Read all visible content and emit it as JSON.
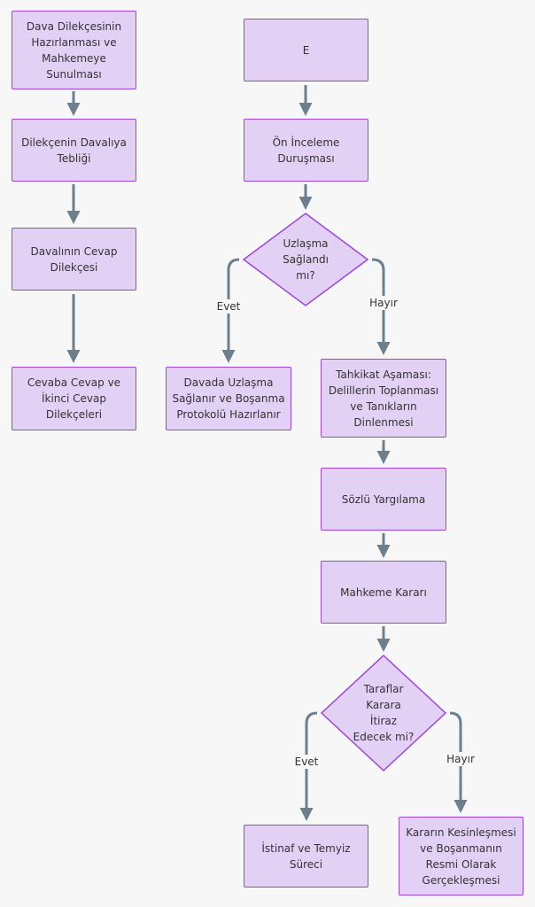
{
  "nodes": {
    "dava_dilekcesi": "Dava Dilekçesinin\nHazırlanması ve\nMahkemeye\nSunulması",
    "teblig": "Dilekçenin Davalıya\nTebliği",
    "cevap": "Davalının Cevap\nDilekçesi",
    "cevaba_cevap": "Cevaba Cevap ve\nİkinci Cevap\nDilekçeleri",
    "e": "E",
    "on_inceleme": "Ön İnceleme\nDuruşması",
    "uzlasma_q": "Uzlaşma\nSağlandı\nmı?",
    "uzlasma_protokol": "Davada Uzlaşma\nSağlanır ve Boşanma\nProtokolü Hazırlanır",
    "tahkikat": "Tahkikat Aşaması:\nDelillerin Toplanması\nve Tanıkların\nDinlenmesi",
    "sozlu": "Sözlü Yargılama",
    "karar": "Mahkeme Kararı",
    "itiraz_q": "Taraflar\nKarara\nİtiraz\nEdecek mi?",
    "istinaf": "İstinaf ve Temyiz\nSüreci",
    "kesinlesme": "Kararın Kesinleşmesi\nve Boşanmanın\nResmi Olarak\nGerçekleşmesi"
  },
  "edge_labels": {
    "uzlasma_evet": "Evet",
    "uzlasma_hayir": "Hayır",
    "itiraz_evet": "Evet",
    "itiraz_hayir": "Hayır"
  },
  "colors": {
    "node_fill": "#e3d0f5",
    "node_border": "#9b46d6",
    "edge": "#6d7f8c",
    "background": "#f7f7f7"
  }
}
